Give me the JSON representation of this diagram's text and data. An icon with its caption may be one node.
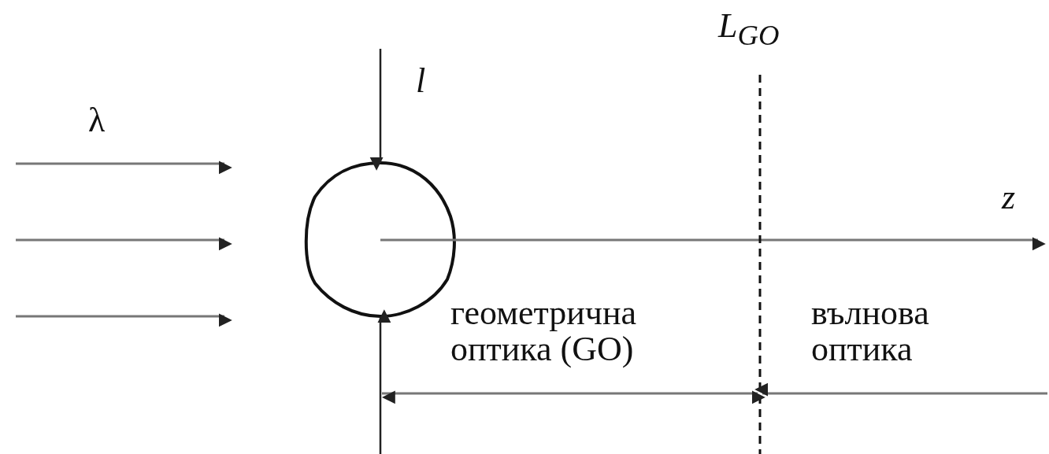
{
  "diagram": {
    "labels": [
      "L$_{GO}$",
      "l",
      "λ",
      "z",
      "геометрична оптика (GO)",
      "вълнова оптика"
    ]
  }
}
